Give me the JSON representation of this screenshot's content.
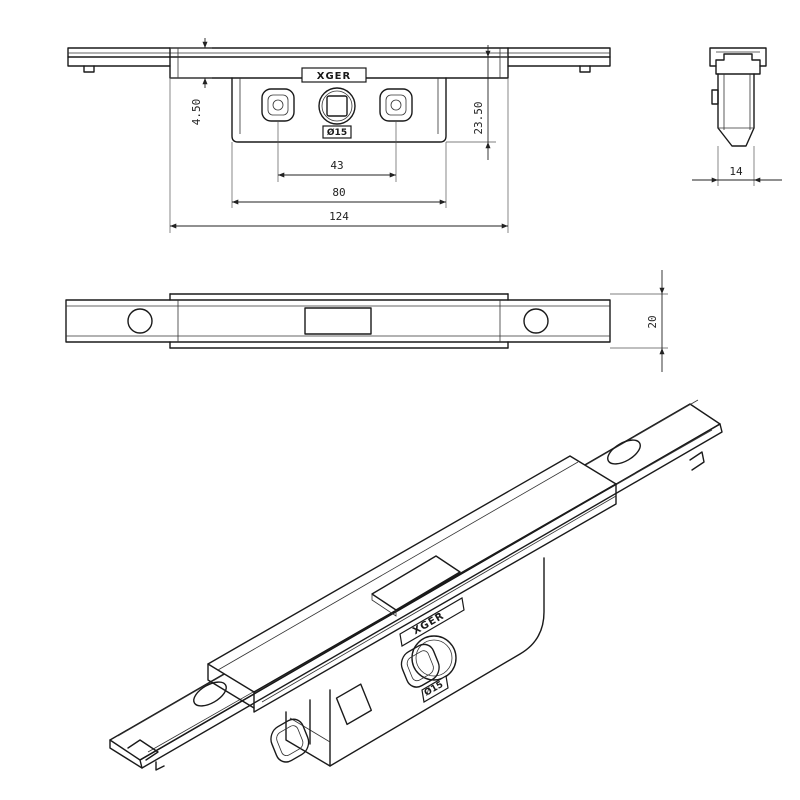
{
  "brand": {
    "logo_text": "ⅩGER",
    "hole_label": "Ø15"
  },
  "dimensions": {
    "depth_top": "4.50",
    "depth_body": "23.50",
    "hole_spacing": "43",
    "body_width": "80",
    "overall_length": "124",
    "side_width": "14",
    "thickness": "20"
  },
  "colors": {
    "line": "#1a1a1a",
    "background": "#ffffff"
  }
}
